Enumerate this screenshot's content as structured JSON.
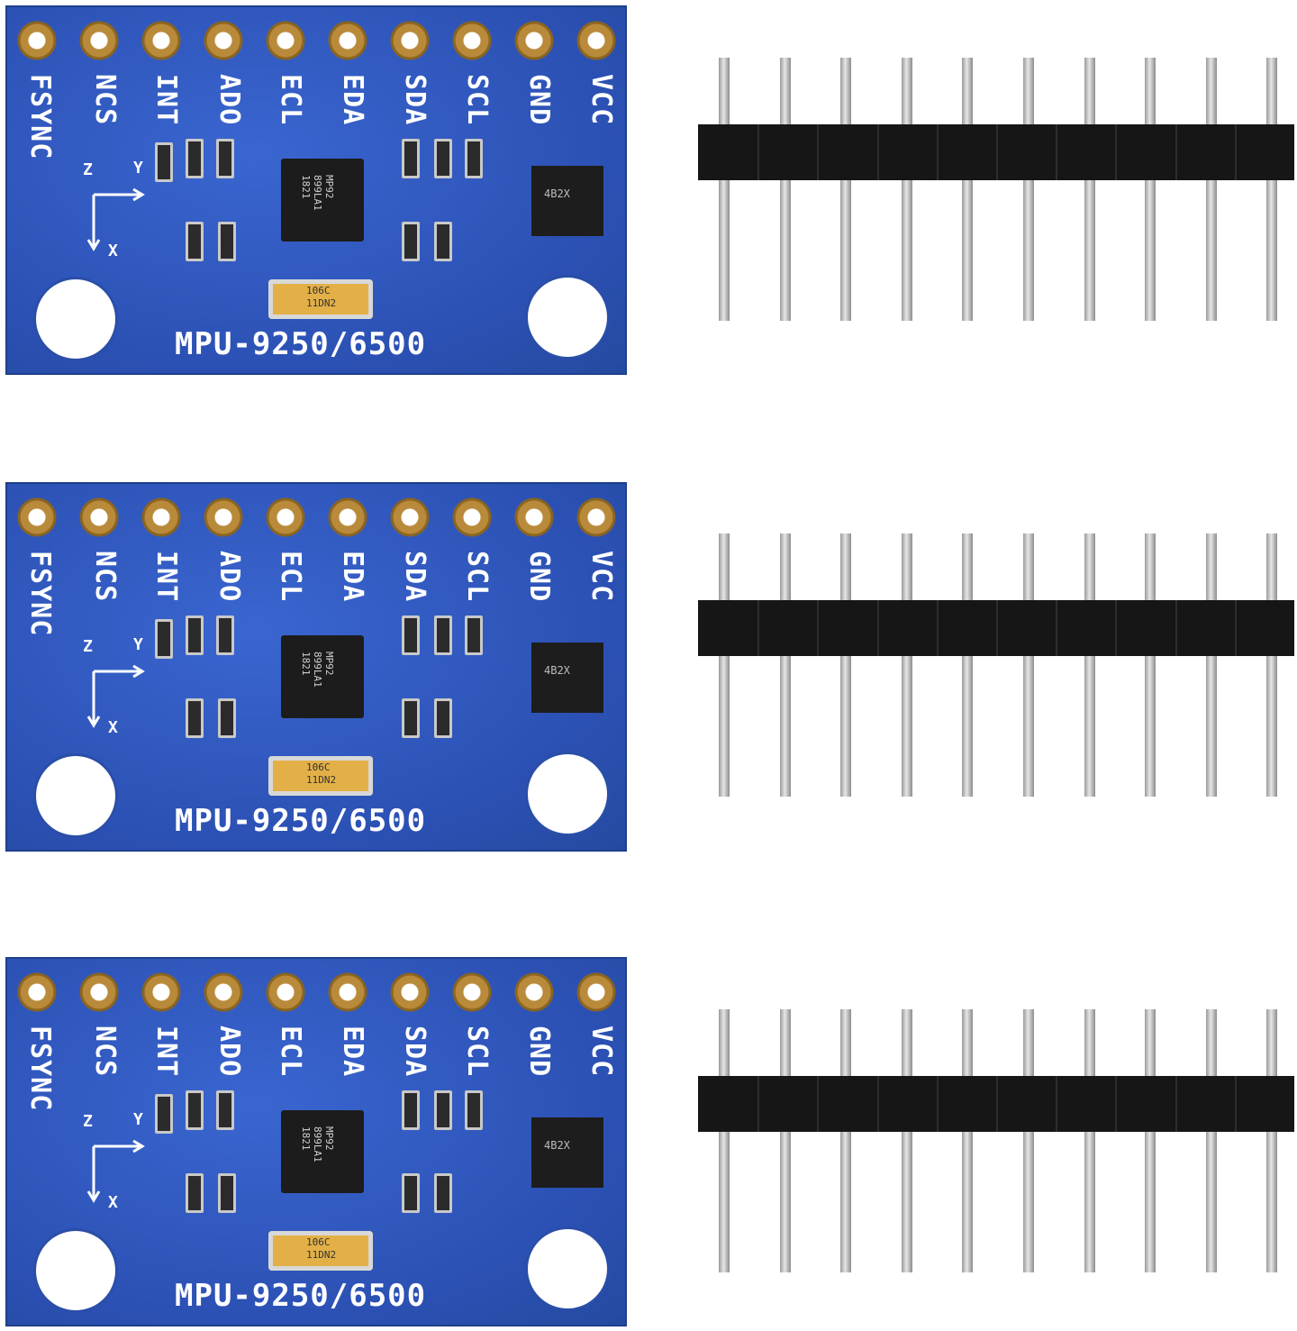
{
  "pin_labels": [
    "FSYNC",
    "NCS",
    "INT",
    "ADO",
    "ECL",
    "EDA",
    "SDA",
    "SCL",
    "GND",
    "VCC"
  ],
  "model_label": "MPU-9250/6500",
  "chip_marking": [
    "MP92",
    "899LA1",
    "1821"
  ],
  "regulator_marking": "4B2X",
  "capacitor_marking": [
    "106C",
    "11DN2"
  ],
  "axis_labels": {
    "z": "Z",
    "y": "Y",
    "x": "X"
  },
  "colors": {
    "pcb": "#2f58bf",
    "pad_copper": "#b88a3a",
    "header_plastic": "#161616",
    "header_pin": "#b8b8b8"
  },
  "board_count": 3,
  "header_pin_count": 10
}
